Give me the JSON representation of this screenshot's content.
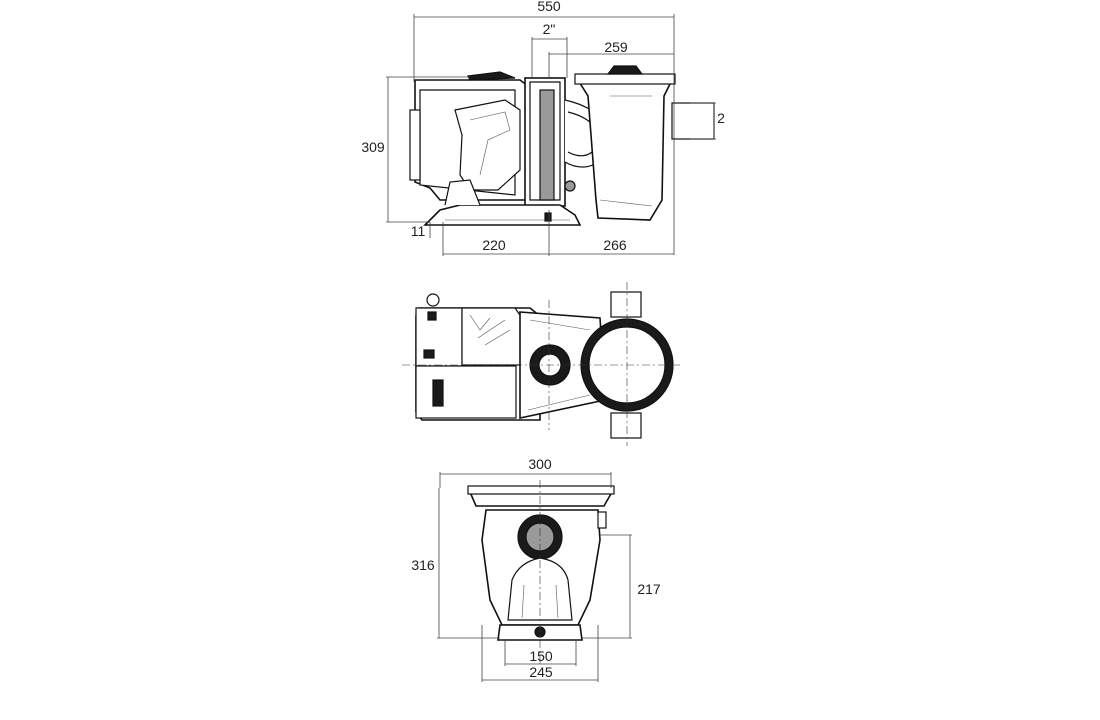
{
  "views": {
    "side": {
      "overall_length": "550",
      "inlet_size": "2\"",
      "pump_length": "259",
      "height": "309",
      "base_offset": "11",
      "base_front": "220",
      "base_rear": "266",
      "outlet_size": "2"
    },
    "top": {},
    "front": {
      "width": "300",
      "height": "316",
      "outlet_height": "217",
      "foot_inner": "150",
      "foot_outer": "245"
    }
  },
  "colors": {
    "line": "#111111",
    "dimension": "#444444",
    "background": "#ffffff"
  }
}
